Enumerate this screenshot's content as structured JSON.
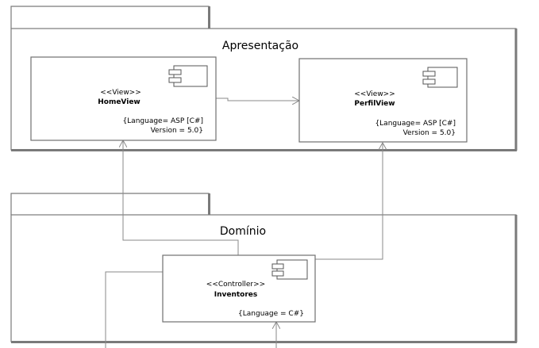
{
  "packages": {
    "apresentacao": {
      "title": "Apresentação"
    },
    "dominio": {
      "title": "Domínio"
    }
  },
  "components": {
    "homeview": {
      "stereotype": "<<View>>",
      "name": "HomeView",
      "prop1": "{Language= ASP [C#]",
      "prop2": "Version = 5.0}"
    },
    "perfilview": {
      "stereotype": "<<View>>",
      "name": "PerfilView",
      "prop1": "{Language= ASP [C#]",
      "prop2": "Version = 5.0}"
    },
    "inventores": {
      "stereotype": "<<Controller>>",
      "name": "Inventores",
      "prop1": "{Language = C#}"
    }
  },
  "colors": {
    "package_border": "#7a7a7a",
    "component_border": "#707070",
    "connector": "#8a8a8a"
  }
}
